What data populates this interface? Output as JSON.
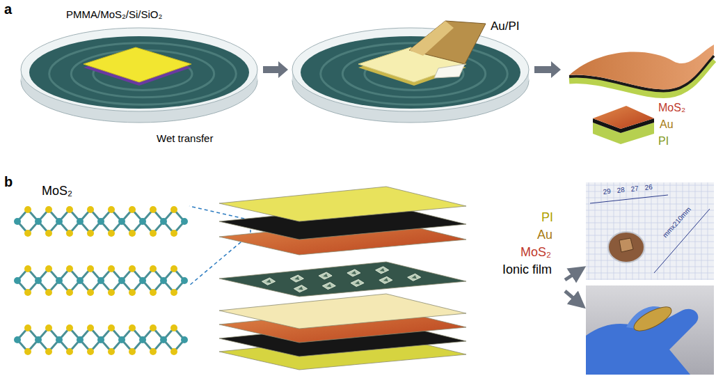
{
  "diagram": {
    "labels": [
      "a",
      "PMMA/MoS₂/Si/SiO₂",
      "Au/PI",
      "Wet transfer",
      "MoS₂",
      "Au",
      "PI",
      "b",
      "MoS₂",
      "PI",
      "Au",
      "MoS₂",
      "Ionic film",
      "29",
      "28",
      "27",
      "26",
      "mmx210mm"
    ]
  }
}
